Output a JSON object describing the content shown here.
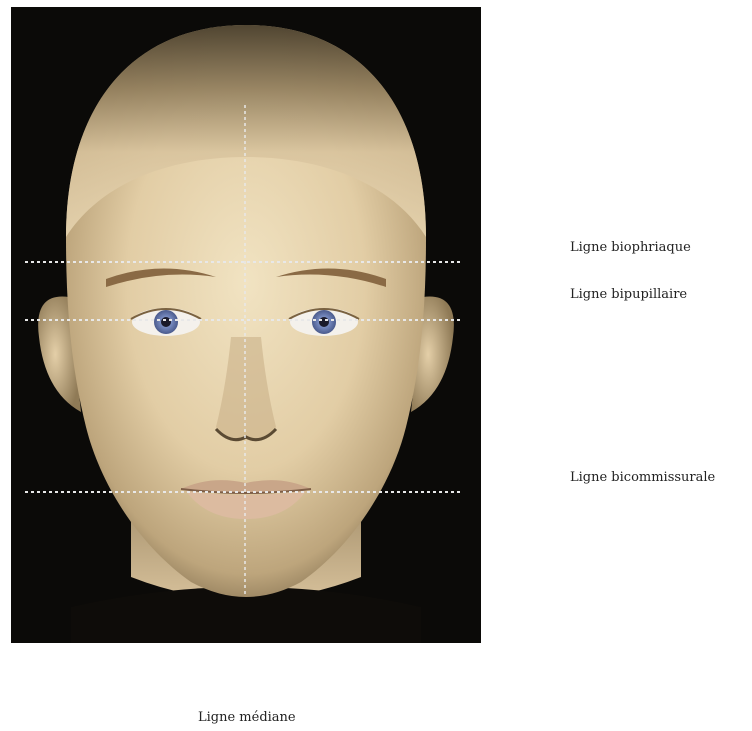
{
  "labels": {
    "biophriaque": "Ligne biophriaque",
    "bipupillaire": "Ligne bipupillaire",
    "bicommissurale": "Ligne bicommissurale",
    "mediane": "Ligne médiane"
  },
  "colors": {
    "background": "#0b0a08",
    "skin_light": "#ecdcb8",
    "skin_mid": "#d8c29a",
    "skin_shadow": "#8d7a58",
    "guide_line": "#e8e8e8",
    "iris": "#6c7fb3",
    "pupil": "#1a1a2a",
    "brow": "#8a6a45",
    "lips": "#d9b59a",
    "label_text": "#222222"
  }
}
